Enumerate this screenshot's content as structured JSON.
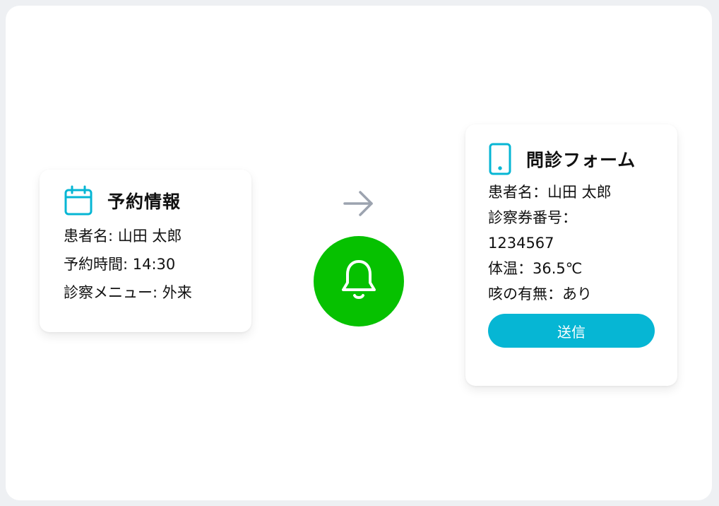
{
  "colors": {
    "accent": "#06b6d4",
    "notify_green": "#06c100",
    "arrow_gray": "#9ca3af"
  },
  "reservation_card": {
    "icon": "calendar-icon",
    "title": "予約情報",
    "lines": [
      "患者名: 山田 太郎",
      "予約時間: 14:30",
      "診察メニュー: 外来"
    ]
  },
  "flow": {
    "arrow_icon": "arrow-right-icon",
    "notification_icon": "bell-icon"
  },
  "form_card": {
    "icon": "smartphone-icon",
    "title": "問診フォーム",
    "lines": [
      "患者名：山田 太郎",
      "診察券番号：1234567",
      "体温：36.5℃",
      "咳の有無：あり"
    ],
    "submit_label": "送信"
  }
}
